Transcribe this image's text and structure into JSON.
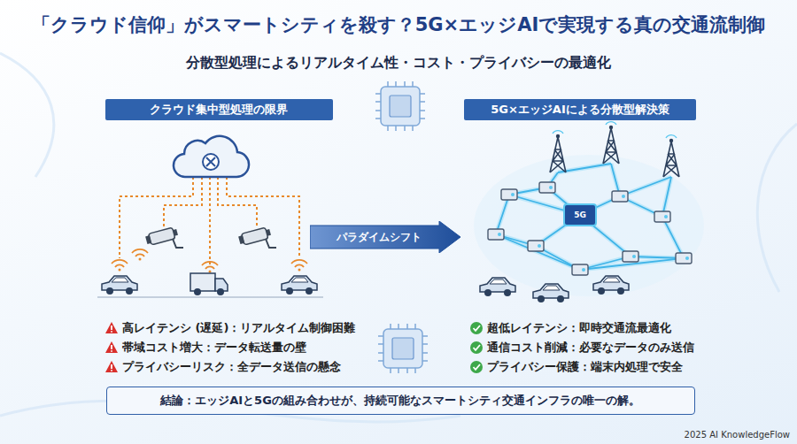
{
  "diagram": {
    "title": "「クラウド信仰」がスマートシティを殺す？5G×エッジAIで実現する真の交通流制御",
    "nodes": [
      {
        "text": [
          "クラウド集中型処理の限界"
        ]
      },
      {
        "text": [
          "パラダイムシフト"
        ]
      },
      {
        "text": [
          "5G×エッジAIによる分散型解決策"
        ]
      },
      {
        "text": [
          "結論：エッジAIと5Gの組み合わせが、持続可能なスマートシティ交通インフラの唯一の解。"
        ]
      }
    ],
    "labels": [
      "分散型処理によるリアルタイム性・コスト・プライバシーの最適化",
      "高レイテンシ (遅延)：リアルタイム制御困難",
      "帯域コスト増大：データ転送量の壁",
      "プライバシーリスク：全データ送信の懸念",
      "5G",
      "超低レイテンシ：即時交通流最適化",
      "通信コスト削減：必要なデータのみ送信",
      "プライバシー保護：端末内処理で安全",
      "2025 AI KnowledgeFlow"
    ]
  }
}
